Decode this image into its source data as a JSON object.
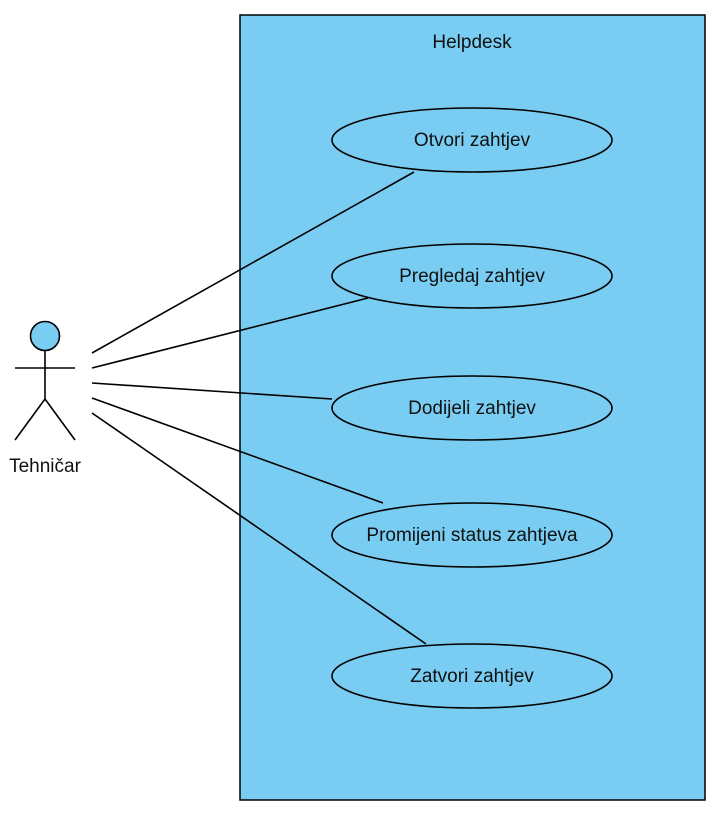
{
  "system": {
    "title": "Helpdesk",
    "fill_color": "#79CDF2",
    "stroke_color": "#000000"
  },
  "actor": {
    "name": "Tehničar",
    "head_color": "#79CDF2"
  },
  "use_cases": [
    {
      "label": "Otvori zahtjev"
    },
    {
      "label": "Pregledaj zahtjev"
    },
    {
      "label": "Dodijeli zahtjev"
    },
    {
      "label": "Promijeni status zahtjeva"
    },
    {
      "label": "Zatvori zahtjev"
    }
  ]
}
